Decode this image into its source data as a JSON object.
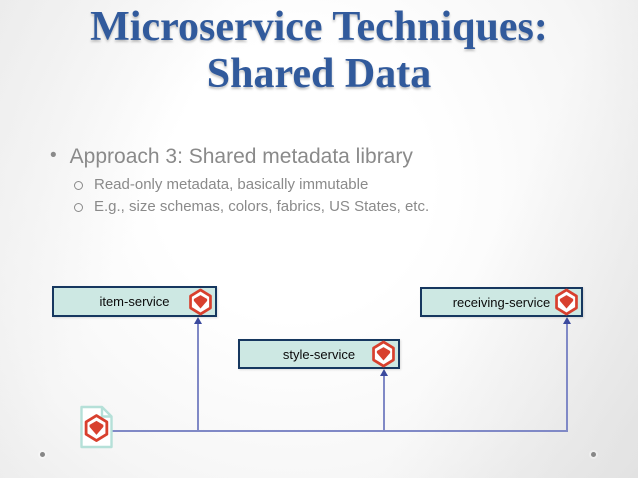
{
  "slide": {
    "title_line1": "Microservice Techniques:",
    "title_line2": "Shared Data"
  },
  "content": {
    "bullet_marker": "•",
    "bullet": "Approach 3: Shared metadata library",
    "sub_bullets": [
      "Read-only metadata, basically immutable",
      "E.g., size schemas, colors, fabrics, US States, etc."
    ]
  },
  "diagram": {
    "services": [
      {
        "label": "item-service",
        "icon": "gem-hexagon-icon"
      },
      {
        "label": "receiving-service",
        "icon": "gem-hexagon-icon"
      },
      {
        "label": "style-service",
        "icon": "gem-hexagon-icon"
      }
    ],
    "shared_library": {
      "icon": "gem-hexagon-file-icon",
      "label": ""
    },
    "connections": [
      {
        "from": "shared-metadata-library-file",
        "to": "item-service",
        "arrow": "up"
      },
      {
        "from": "shared-metadata-library-file",
        "to": "style-service",
        "arrow": "up"
      },
      {
        "from": "shared-metadata-library-file",
        "to": "receiving-service",
        "arrow": "up"
      }
    ]
  },
  "colors": {
    "title-color": "#315a9c",
    "body-text": "#8a8a8a",
    "box-fill": "#cde8e3",
    "box-border": "#16375f",
    "icon-red": "#d8402e",
    "connector-line": "#8089c6",
    "arrow-blue": "#3b4a9e",
    "file-border": "#b5e0d8",
    "dot-gray": "#878787"
  }
}
